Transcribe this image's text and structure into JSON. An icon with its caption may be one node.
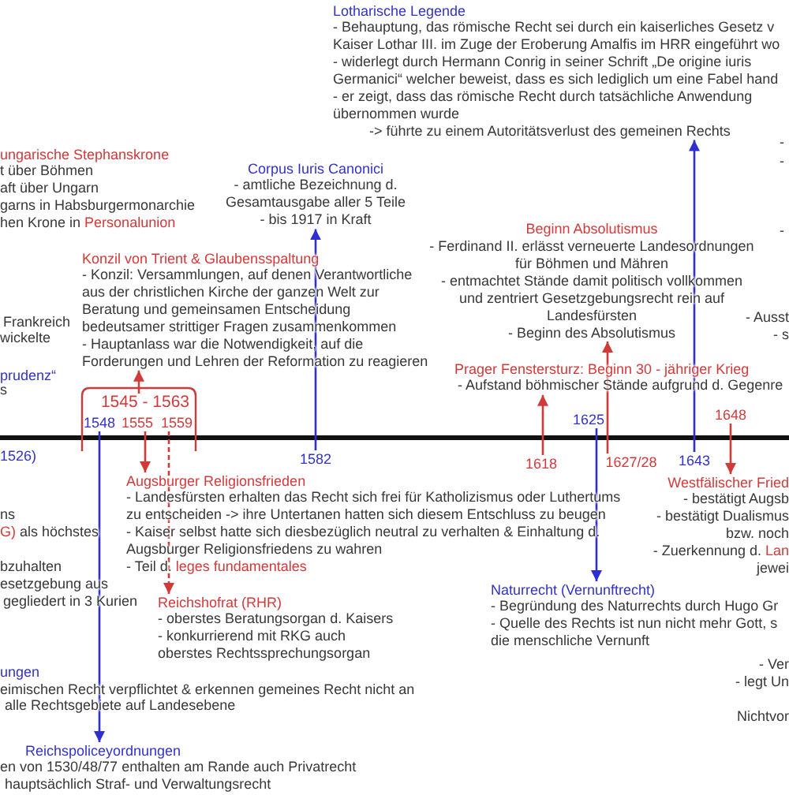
{
  "diagram": {
    "nodes": [
      {
        "text": [
          "Lotharische Legende",
          "- Behauptung, das römische Recht sei durch ein kaiserliches Gesetz v Kaiser Lothar III. im Zuge der Eroberung Amalfis im HRR eingeführt wo",
          "- widerlegt durch Hermann Conrig in seiner Schrift „De origine iuris Germanici“ welcher beweist, dass es sich lediglich um eine Fabel hand",
          "- er zeigt, dass das römische Recht durch tatsächliche Anwendung übernommen wurde",
          "-> führte zu einem Autoritätsverlust des gemeinen Rechts"
        ]
      },
      {
        "text": [
          "Corpus Iuris Canonici",
          "- amtliche Bezeichnung d. Gesamtausgabe aller 5 Teile",
          "- bis 1917 in Kraft"
        ]
      },
      {
        "text": [
          "Beginn Absolutismus",
          "- Ferdinand II. erlässt verneuerte Landesordnungen für Böhmen und Mähren",
          "- entmachtet Stände damit politisch vollkommen und zentriert Gesetzgebungsrecht rein auf Landesfürsten",
          "- Beginn des Absolutismus"
        ]
      },
      {
        "text": [
          "Konzil von Trient & Glaubensspaltung",
          "- Konzil: Versammlungen, auf denen Verantwortliche aus der christlichen Kirche der ganzen Welt zur Beratung und gemeinsamen Entscheidung bedeutsamer strittiger Fragen zusammenkommen",
          "- Hauptanlass war die Notwendigkeit, auf die Forderungen und Lehren der Reformation zu reagieren"
        ]
      },
      {
        "text": [
          "Prager Fenstersturz: Beginn 30 - jähriger Krieg",
          "- Aufstand böhmischer Stände aufgrund d. Gegenre"
        ]
      },
      {
        "text": [
          "1545 - 1563"
        ]
      },
      {
        "text": [
          "1648"
        ]
      },
      {
        "text": [
          "1625"
        ]
      },
      {
        "text": [
          "1548"
        ]
      },
      {
        "text": [
          "1555"
        ]
      },
      {
        "text": [
          "1559"
        ]
      },
      {
        "text": [
          "1582"
        ]
      },
      {
        "text": [
          "1643"
        ]
      },
      {
        "text": [
          "1618"
        ]
      },
      {
        "text": [
          "1627/28"
        ]
      },
      {
        "text": [
          "Augsburger Religionsfrieden",
          "- Landesfürsten erhalten das Recht sich frei für Katholizismus oder Luthertums zu entscheiden -> ihre Untertanen hatten sich diesem Entschluss zu beugen",
          "- Kaiser selbst hatte sich diesbezüglich neutral zu verhalten & Einhaltung d. Augsburger Religionsfriedens zu wahren",
          "- Teil d. leges fundamentales"
        ]
      },
      {
        "text": [
          "Westfälischer Fried",
          "- bestätigt Augsb",
          "- bestätigt Dualismus bzw. noch",
          "- Zuerkennung d. Lan jewei"
        ]
      },
      {
        "text": [
          "Naturrecht (Vernunftrecht)",
          "- Begründung des Naturrechts durch Hugo Gr",
          "- Quelle des Rechts ist nun nicht mehr Gott, s die menschliche Vernunft"
        ]
      },
      {
        "text": [
          "Reichshofrat (RHR)",
          "- oberstes Beratungsorgan d. Kaisers",
          "- konkurrierend mit RKG auch oberstes Rechtssprechungsorgan"
        ]
      },
      {
        "text": [
          "Reichspoliceyordnungen",
          "en von 1530/48/77 enthalten am Rande auch Privatrecht",
          "hauptsächlich Straf- und Verwaltungsrecht"
        ]
      }
    ],
    "edges": [
      {
        "from": 11,
        "to": 1,
        "arrow": "to",
        "color": "#2f2fd0"
      },
      {
        "from": 5,
        "to": 3,
        "arrow": "to"
      },
      {
        "from": 8,
        "to": 19,
        "arrow": "to",
        "color": "#2f2fd0"
      },
      {
        "from": 9,
        "to": 15,
        "arrow": "to"
      },
      {
        "from": 10,
        "to": 18,
        "arrow": "to",
        "style": "dashed"
      },
      {
        "from": 13,
        "to": 4,
        "arrow": "to"
      },
      {
        "from": 14,
        "to": 2,
        "arrow": "to"
      },
      {
        "from": 7,
        "to": 17,
        "arrow": "to",
        "color": "#2f2fd0"
      },
      {
        "from": 12,
        "to": 0,
        "arrow": "to",
        "color": "#2f2fd0"
      },
      {
        "from": 6,
        "to": 16,
        "arrow": "to"
      }
    ],
    "labels": [
      "-",
      "ungarische Stephanskrone",
      "-",
      "t über Böhmen",
      "aft über Ungarn",
      "garns in Habsburgermonarchie",
      "hen Krone in Personalunion",
      "-",
      "- Ausst",
      "Frankreich",
      "- s",
      "wickelte",
      "prudenz“",
      "s",
      "1526)",
      "ns",
      "G) als höchstes",
      "bzuhalten",
      "esetzgebung aus",
      "gegliedert in 3 Kurien",
      "- Ver",
      "ungen",
      "- legt Un",
      "eimischen Recht verpflichtet & erkennen gemeines Recht nicht an",
      "alle Rechtsgebiete auf Landesebene",
      "Nichtvor"
    ]
  }
}
